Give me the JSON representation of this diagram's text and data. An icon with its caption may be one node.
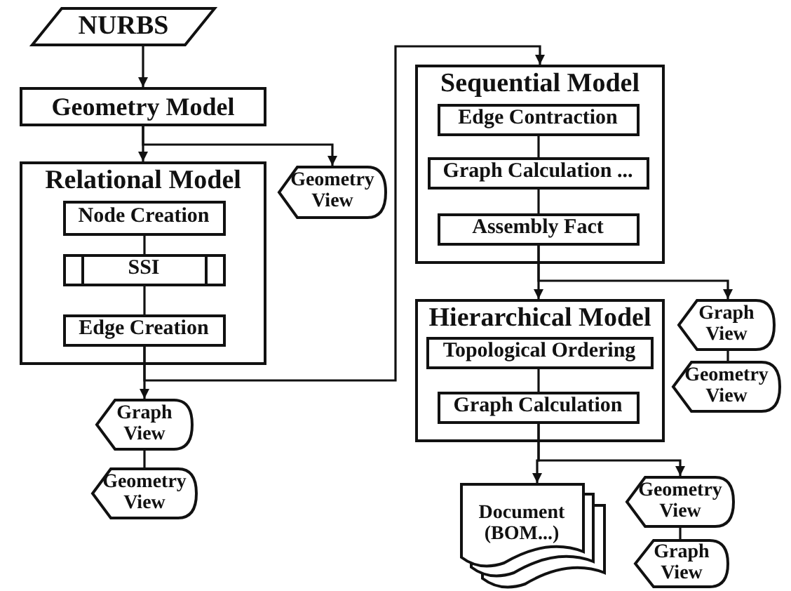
{
  "diagram": {
    "nodes": [
      {
        "text": [
          "NURBS"
        ]
      },
      {
        "text": [
          "Geometry Model"
        ]
      },
      {
        "text": [
          "Relational Model"
        ]
      },
      {
        "text": [
          "Node Creation"
        ],
        "in": 2
      },
      {
        "text": [
          "SSI"
        ],
        "in": 2
      },
      {
        "text": [
          "Edge Creation"
        ],
        "in": 2
      },
      {
        "text": [
          "Geometry View"
        ]
      },
      {
        "text": [
          "Graph View"
        ]
      },
      {
        "text": [
          "Geometry View"
        ]
      },
      {
        "text": [
          "Sequential Model"
        ]
      },
      {
        "text": [
          "Edge Contraction"
        ],
        "in": 9
      },
      {
        "text": [
          "Graph Calculation ..."
        ],
        "in": 9
      },
      {
        "text": [
          "Assembly Fact"
        ],
        "in": 9
      },
      {
        "text": [
          "Hierarchical Model"
        ]
      },
      {
        "text": [
          "Topological Ordering"
        ],
        "in": 13
      },
      {
        "text": [
          "Graph Calculation"
        ],
        "in": 13
      },
      {
        "text": [
          "Graph View"
        ]
      },
      {
        "text": [
          "Geometry View"
        ]
      },
      {
        "text": [
          "Document (BOM...)"
        ]
      },
      {
        "text": [
          "Geometry View"
        ]
      },
      {
        "text": [
          "Graph View"
        ]
      }
    ],
    "edges": [
      {
        "from": 0,
        "to": 1,
        "arrow": "to"
      },
      {
        "from": 1,
        "to": 2,
        "arrow": "to"
      },
      {
        "from": 1,
        "to": 6,
        "arrow": "to"
      },
      {
        "from": 3,
        "to": 4,
        "arrow": "none"
      },
      {
        "from": 4,
        "to": 5,
        "arrow": "none"
      },
      {
        "from": 5,
        "to": 7,
        "arrow": "to"
      },
      {
        "from": 5,
        "to": 9,
        "arrow": "to"
      },
      {
        "from": 7,
        "to": 8,
        "arrow": "none"
      },
      {
        "from": 10,
        "to": 11,
        "arrow": "none"
      },
      {
        "from": 11,
        "to": 12,
        "arrow": "none"
      },
      {
        "from": 12,
        "to": 13,
        "arrow": "to"
      },
      {
        "from": 12,
        "to": 16,
        "arrow": "to"
      },
      {
        "from": 16,
        "to": 17,
        "arrow": "none"
      },
      {
        "from": 14,
        "to": 15,
        "arrow": "none"
      },
      {
        "from": 15,
        "to": 18,
        "arrow": "to"
      },
      {
        "from": 15,
        "to": 19,
        "arrow": "to"
      },
      {
        "from": 19,
        "to": 20,
        "arrow": "none"
      }
    ]
  }
}
